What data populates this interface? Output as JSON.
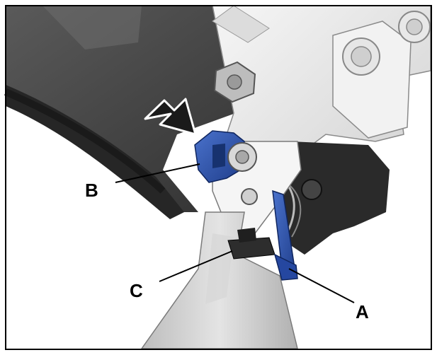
{
  "callouts": {
    "a": "A",
    "b": "B",
    "c": "C"
  },
  "colors": {
    "highlight_part": "#2b4fa8",
    "housing_dark": "#3d3d3d",
    "bracket_light": "#ececec",
    "border": "#000000"
  },
  "icons": {
    "direction_arrow": "arrow-icon"
  }
}
